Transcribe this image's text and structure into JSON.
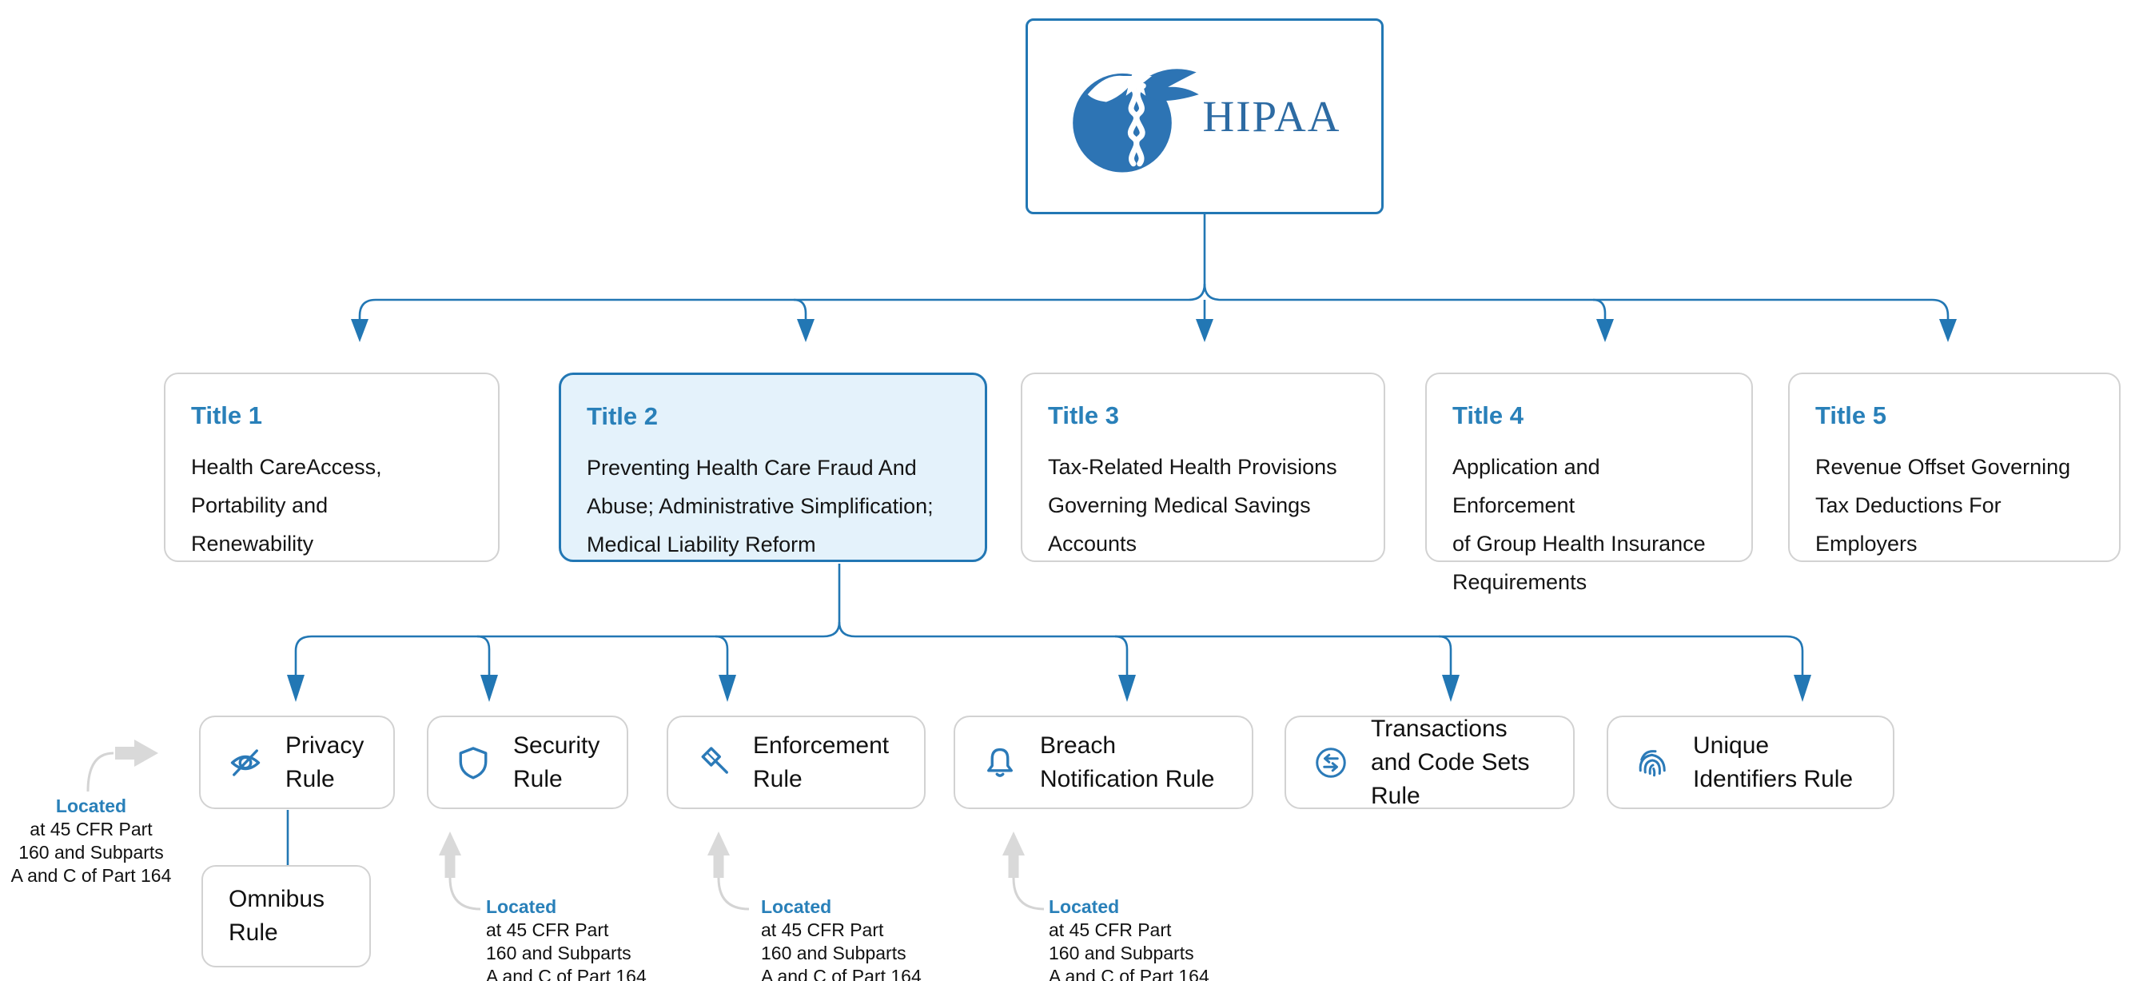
{
  "logo": {
    "label": "HIPAA",
    "icon": "caduceus-icon"
  },
  "titles": [
    {
      "label": "Title 1",
      "body_lines": [
        "Health CareAccess,",
        "Portability and",
        "Renewability"
      ],
      "highlighted": false
    },
    {
      "label": "Title 2",
      "body_lines": [
        "Preventing Health Care Fraud And",
        "Abuse; Administrative Simplification;",
        "Medical Liability Reform"
      ],
      "highlighted": true
    },
    {
      "label": "Title 3",
      "body_lines": [
        "Tax-Related Health Provisions",
        "Governing Medical Savings",
        "Accounts"
      ],
      "highlighted": false
    },
    {
      "label": "Title 4",
      "body_lines": [
        "Application and Enforcement",
        "of Group Health Insurance",
        "Requirements"
      ],
      "highlighted": false
    },
    {
      "label": "Title 5",
      "body_lines": [
        "Revenue Offset Governing",
        "Tax Deductions For",
        "Employers"
      ],
      "highlighted": false
    }
  ],
  "rules": [
    {
      "lines": [
        "Privacy",
        "Rule"
      ],
      "icon": "eye-off-icon"
    },
    {
      "lines": [
        "Security",
        "Rule"
      ],
      "icon": "shield-icon"
    },
    {
      "lines": [
        "Enforcement",
        "Rule"
      ],
      "icon": "gavel-icon"
    },
    {
      "lines": [
        "Breach",
        "Notification Rule"
      ],
      "icon": "bell-icon"
    },
    {
      "lines": [
        "Transactions",
        "and Code Sets Rule"
      ],
      "icon": "transfer-arrows-icon"
    },
    {
      "lines": [
        "Unique",
        "Identifiers Rule"
      ],
      "icon": "fingerprint-icon"
    }
  ],
  "sub_rule": {
    "lines": [
      "Omnibus",
      "Rule"
    ]
  },
  "located_note": {
    "heading": "Located",
    "lines": [
      "at 45 CFR Part",
      "160 and Subparts",
      "A and C of Part 164"
    ]
  },
  "colors": {
    "accent_blue": "#2277b4",
    "title_text_blue": "#2980b9",
    "highlight_background": "#e4f2fb",
    "card_border_gray": "#d2d2d2",
    "annotation_arrow_gray": "#d9d9d9",
    "body_text": "#151515",
    "logo_blue": "#2d6ba3"
  }
}
